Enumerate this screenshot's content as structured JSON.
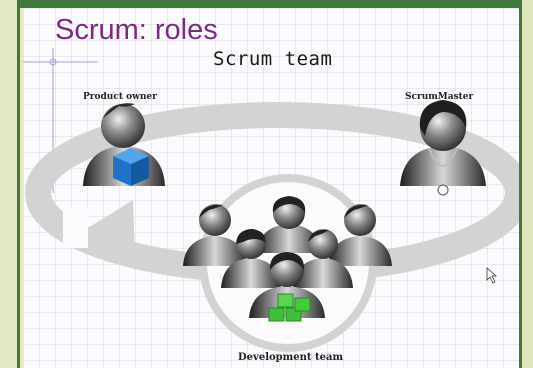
{
  "slide": {
    "title": "Scrum: roles",
    "team_heading": "Scrum team",
    "roles": {
      "product_owner": "Product owner",
      "scrum_master": "ScrumMaster",
      "development_team": "Development team"
    }
  },
  "colors": {
    "title": "#7b2b7f",
    "border": "#3f7a3a",
    "background": "#e4e8c3",
    "cube": "#1d73c9",
    "blocks": "#3fbf3a",
    "arrow": "#d2d2d2"
  },
  "icons": [
    "product-owner-figure-icon",
    "blue-cube-icon",
    "scrum-master-figure-icon",
    "whistle-icon",
    "dev-team-group-icon",
    "green-blocks-icon",
    "cycle-arrow-icon",
    "mouse-cursor-icon"
  ]
}
